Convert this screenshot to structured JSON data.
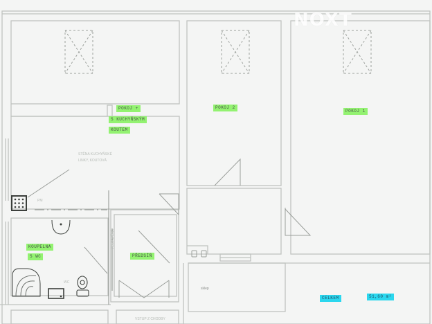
{
  "watermark": "NOXT",
  "rooms": {
    "living": {
      "lines": [
        "POKOJ +",
        "S KUCHYŇSKÝM",
        "KOUTEM"
      ]
    },
    "room2": {
      "label": "POKOJ 2"
    },
    "room1": {
      "label": "POKOJ 1"
    },
    "bathroom": {
      "lines": [
        "KOUPELNA",
        "S WC"
      ]
    },
    "hall": {
      "label": "PŘEDSÍŇ"
    },
    "cellar": {
      "label": "sklep"
    }
  },
  "notes": {
    "kitchen_wall": [
      "STĚNA KUCHYŇSKÉ",
      "LINKY, KOUTOVÁ"
    ],
    "wm": "PM",
    "hall_side": "VESTAVĚNÁ",
    "wc": "WC",
    "bottom": "VSTUP Z CHODBY"
  },
  "summary": {
    "total_label": "CELKEM",
    "total_value": "51,60 m²"
  },
  "colors": {
    "line": "#b9bdb9",
    "dark_line": "#3b3f3b",
    "highlight_green": "#8ef26a",
    "highlight_cyan": "#2bd7ee",
    "paper": "#f4f5f4"
  }
}
